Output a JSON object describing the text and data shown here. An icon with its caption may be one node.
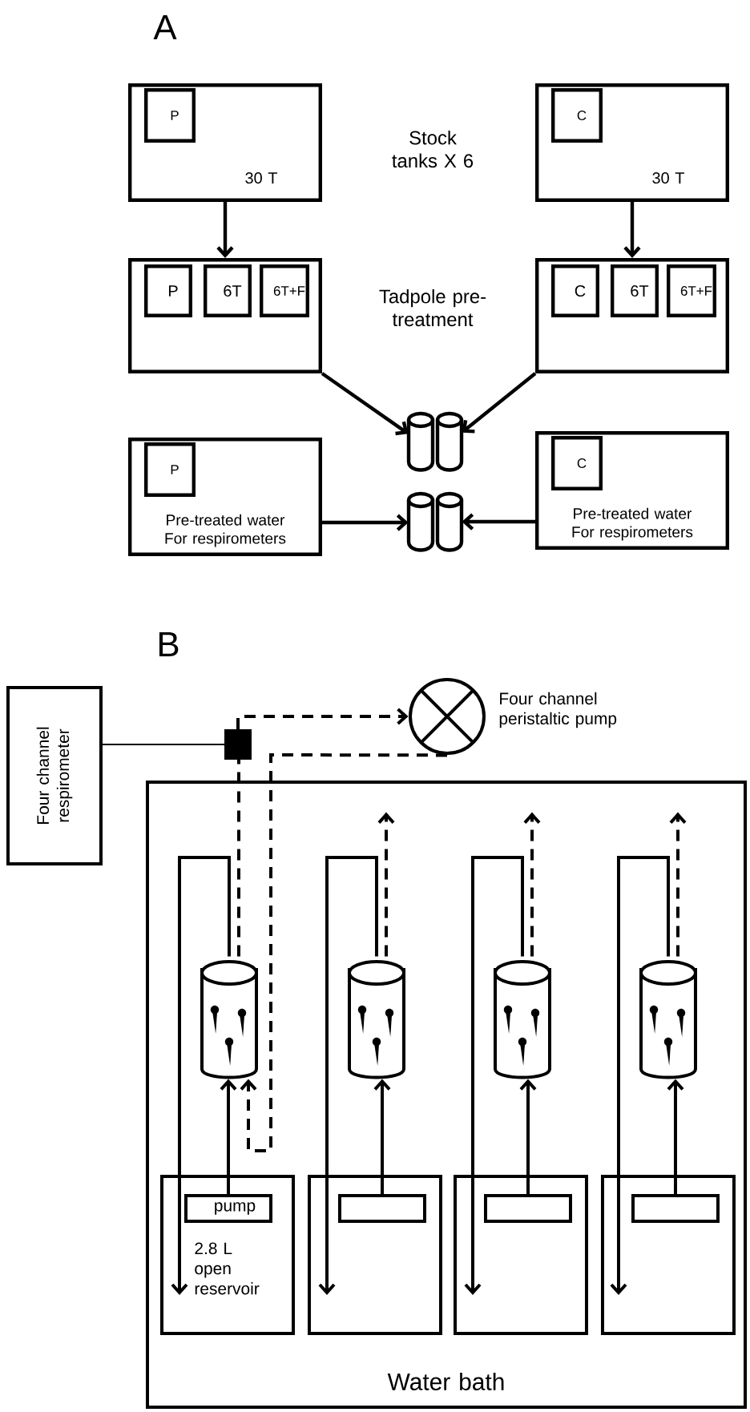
{
  "diagram": {
    "nodes": [
      {
        "text": [
          "30 T"
        ]
      },
      {
        "text": [
          "P"
        ],
        "in": 0
      },
      {
        "text": [
          "30 T"
        ]
      },
      {
        "text": [
          "C"
        ],
        "in": 2
      },
      {
        "text": [],
        "shape": "box"
      },
      {
        "text": [
          "P"
        ],
        "in": 4
      },
      {
        "text": [
          "6T"
        ],
        "in": 4
      },
      {
        "text": [
          "6T+F"
        ],
        "in": 4
      },
      {
        "text": [],
        "shape": "box"
      },
      {
        "text": [
          "C"
        ],
        "in": 8
      },
      {
        "text": [
          "6T"
        ],
        "in": 8
      },
      {
        "text": [
          "6T+F"
        ],
        "in": 8
      },
      {
        "text": [],
        "shape": "cylinder"
      },
      {
        "text": [],
        "shape": "cylinder"
      },
      {
        "text": [],
        "shape": "cylinder"
      },
      {
        "text": [],
        "shape": "cylinder"
      },
      {
        "text": [
          "Pre-treated water For respirometers"
        ]
      },
      {
        "text": [
          "P"
        ],
        "in": 16
      },
      {
        "text": [
          "Pre-treated water For respirometers"
        ]
      },
      {
        "text": [
          "C"
        ],
        "in": 18
      },
      {
        "text": [
          "Four channel respirometer"
        ]
      },
      {
        "text": [],
        "shape": "box"
      },
      {
        "text": [],
        "shape": "circle",
        "beside": [
          "Four channel peristaltic pump"
        ]
      },
      {
        "text": [
          "Water bath"
        ]
      },
      {
        "text": [],
        "shape": "cylinder",
        "in": 23
      },
      {
        "text": [],
        "shape": "cylinder",
        "in": 23
      },
      {
        "text": [],
        "shape": "cylinder",
        "in": 23
      },
      {
        "text": [],
        "shape": "cylinder",
        "in": 23
      },
      {
        "text": [
          "2.8 L open reservoir"
        ],
        "in": 23
      },
      {
        "text": [
          "pump"
        ],
        "in": 28
      },
      {
        "text": [],
        "shape": "box",
        "in": 23
      },
      {
        "text": [],
        "shape": "box",
        "in": 30
      },
      {
        "text": [],
        "shape": "box",
        "in": 23
      },
      {
        "text": [],
        "shape": "box",
        "in": 32
      },
      {
        "text": [],
        "shape": "box",
        "in": 23
      },
      {
        "text": [],
        "shape": "box",
        "in": 34
      }
    ],
    "edges": [
      {
        "from": 0,
        "to": 4,
        "arrow": "to"
      },
      {
        "from": 2,
        "to": 8,
        "arrow": "to"
      },
      {
        "from": 4,
        "to": 12,
        "arrow": "to"
      },
      {
        "from": 8,
        "to": 13,
        "arrow": "to"
      },
      {
        "from": 16,
        "to": 14,
        "arrow": "to"
      },
      {
        "from": 18,
        "to": 15,
        "arrow": "to"
      },
      {
        "from": 20,
        "to": 21,
        "arrow": "none"
      },
      {
        "from": 21,
        "to": 22,
        "arrow": "to",
        "style": "dashed"
      },
      {
        "from": 22,
        "to": 24,
        "arrow": "to",
        "style": "dashed"
      },
      {
        "from": 24,
        "to": 21,
        "arrow": "none",
        "style": "dashed"
      },
      {
        "from": 25,
        "to": null,
        "arrow": "to",
        "style": "dashed"
      },
      {
        "from": 26,
        "to": null,
        "arrow": "to",
        "style": "dashed"
      },
      {
        "from": 27,
        "to": null,
        "arrow": "to",
        "style": "dashed"
      },
      {
        "from": 24,
        "to": 28,
        "arrow": "to"
      },
      {
        "from": 25,
        "to": 30,
        "arrow": "to"
      },
      {
        "from": 26,
        "to": 32,
        "arrow": "to"
      },
      {
        "from": 27,
        "to": 34,
        "arrow": "to"
      },
      {
        "from": 29,
        "to": 24,
        "arrow": "to"
      },
      {
        "from": 31,
        "to": 25,
        "arrow": "to"
      },
      {
        "from": 33,
        "to": 26,
        "arrow": "to"
      },
      {
        "from": 35,
        "to": 27,
        "arrow": "to"
      }
    ],
    "labels": [
      "A",
      "Stock tanks X 6",
      "Tadpole pre-treatment",
      "B"
    ]
  }
}
